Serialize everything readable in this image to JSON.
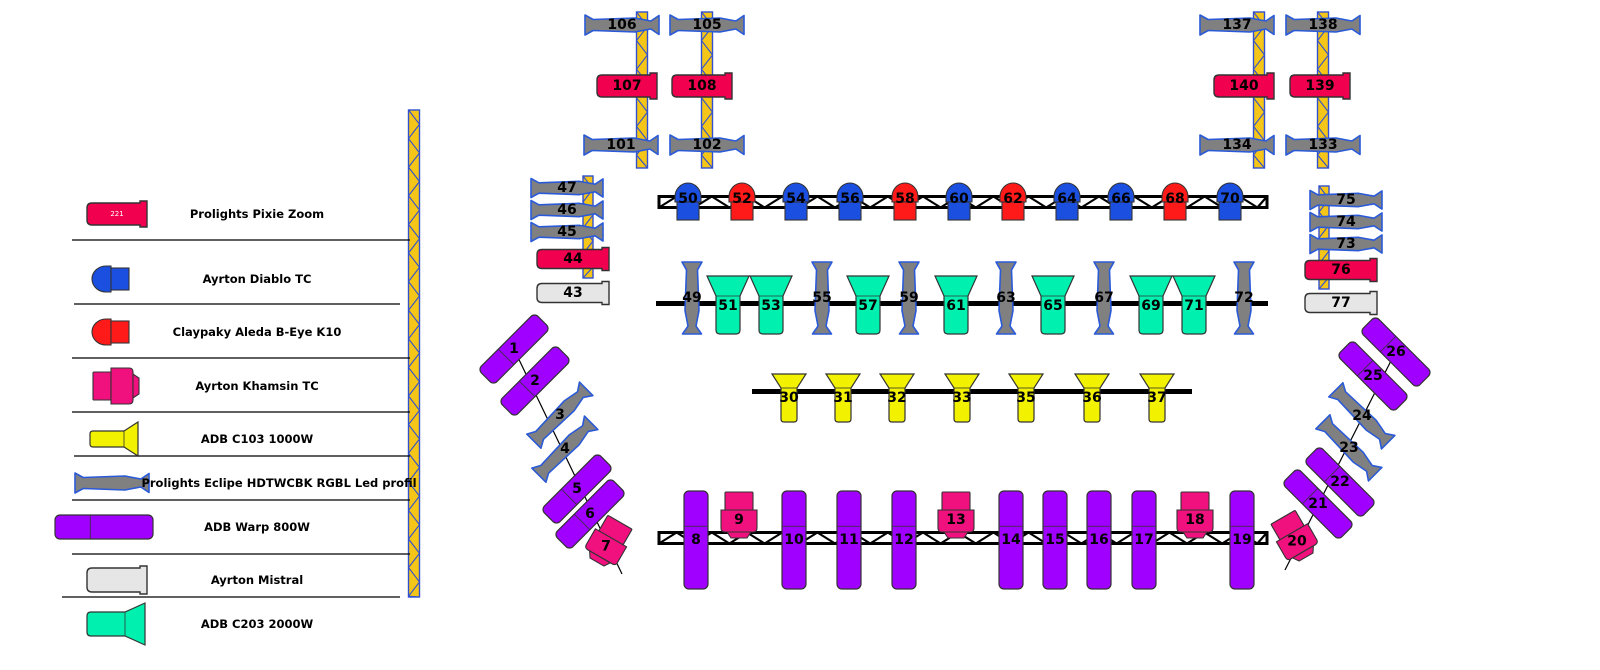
{
  "title": "Lighting plot",
  "colors": {
    "pixie": "#f0004f",
    "diablo": "#1a4fe0",
    "aleda": "#ff1a1a",
    "khamsin": "#f0107e",
    "c103": "#f2f200",
    "eclipse": "#808080",
    "eclipse_border": "#2a5ad8",
    "warp": "#a000ff",
    "mistral": "#e6e6e6",
    "c203": "#00f0b0",
    "truss_yellow": "#f5c518",
    "truss_blue": "#3050d0",
    "pipe": "#000000"
  },
  "legend": {
    "pixie_sample_text": "221",
    "items": [
      {
        "type": "pixie",
        "name": "Prolights Pixie Zoom"
      },
      {
        "type": "diablo",
        "name": "Ayrton Diablo TC"
      },
      {
        "type": "aleda",
        "name": "Claypaky Aleda B-Eye K10"
      },
      {
        "type": "khamsin",
        "name": "Ayrton Khamsin TC"
      },
      {
        "type": "c103",
        "name": "ADB C103 1000W"
      },
      {
        "type": "eclipse",
        "name": "Prolights Eclipe HDTWCBK RGBL Led profil"
      },
      {
        "type": "warp",
        "name": "ADB Warp 800W"
      },
      {
        "type": "mistral",
        "name": "Ayrton Mistral"
      },
      {
        "type": "c203",
        "name": "ADB C203 2000W"
      }
    ]
  },
  "fixtures": {
    "tower_top": [
      {
        "id": "106",
        "type": "eclipse"
      },
      {
        "id": "105",
        "type": "eclipse"
      },
      {
        "id": "107",
        "type": "pixie"
      },
      {
        "id": "108",
        "type": "pixie"
      },
      {
        "id": "101",
        "type": "eclipse"
      },
      {
        "id": "102",
        "type": "eclipse"
      },
      {
        "id": "137",
        "type": "eclipse"
      },
      {
        "id": "138",
        "type": "eclipse"
      },
      {
        "id": "140",
        "type": "pixie"
      },
      {
        "id": "139",
        "type": "pixie"
      },
      {
        "id": "134",
        "type": "eclipse"
      },
      {
        "id": "133",
        "type": "eclipse"
      }
    ],
    "left_tower": [
      {
        "id": "47",
        "type": "eclipse"
      },
      {
        "id": "46",
        "type": "eclipse"
      },
      {
        "id": "45",
        "type": "eclipse"
      },
      {
        "id": "44",
        "type": "pixie"
      },
      {
        "id": "43",
        "type": "mistral"
      }
    ],
    "right_tower": [
      {
        "id": "75",
        "type": "eclipse"
      },
      {
        "id": "74",
        "type": "eclipse"
      },
      {
        "id": "73",
        "type": "eclipse"
      },
      {
        "id": "76",
        "type": "pixie"
      },
      {
        "id": "77",
        "type": "mistral"
      }
    ],
    "bar1": [
      {
        "id": "50",
        "type": "diablo"
      },
      {
        "id": "52",
        "type": "aleda"
      },
      {
        "id": "54",
        "type": "diablo"
      },
      {
        "id": "56",
        "type": "diablo"
      },
      {
        "id": "58",
        "type": "aleda"
      },
      {
        "id": "60",
        "type": "diablo"
      },
      {
        "id": "62",
        "type": "aleda"
      },
      {
        "id": "64",
        "type": "diablo"
      },
      {
        "id": "66",
        "type": "diablo"
      },
      {
        "id": "68",
        "type": "aleda"
      },
      {
        "id": "70",
        "type": "diablo"
      }
    ],
    "bar2": [
      {
        "id": "49",
        "type": "eclipse"
      },
      {
        "id": "51",
        "type": "c203"
      },
      {
        "id": "53",
        "type": "c203"
      },
      {
        "id": "55",
        "type": "eclipse"
      },
      {
        "id": "57",
        "type": "c203"
      },
      {
        "id": "59",
        "type": "eclipse"
      },
      {
        "id": "61",
        "type": "c203"
      },
      {
        "id": "63",
        "type": "eclipse"
      },
      {
        "id": "65",
        "type": "c203"
      },
      {
        "id": "67",
        "type": "eclipse"
      },
      {
        "id": "69",
        "type": "c203"
      },
      {
        "id": "71",
        "type": "c203"
      },
      {
        "id": "72",
        "type": "eclipse"
      }
    ],
    "bar3": [
      {
        "id": "30",
        "type": "c103"
      },
      {
        "id": "31",
        "type": "c103"
      },
      {
        "id": "32",
        "type": "c103"
      },
      {
        "id": "33",
        "type": "c103"
      },
      {
        "id": "35",
        "type": "c103"
      },
      {
        "id": "36",
        "type": "c103"
      },
      {
        "id": "37",
        "type": "c103"
      }
    ],
    "bar4": [
      {
        "id": "8",
        "type": "warp"
      },
      {
        "id": "9",
        "type": "khamsin"
      },
      {
        "id": "10",
        "type": "warp"
      },
      {
        "id": "11",
        "type": "warp"
      },
      {
        "id": "12",
        "type": "warp"
      },
      {
        "id": "13",
        "type": "khamsin"
      },
      {
        "id": "14",
        "type": "warp"
      },
      {
        "id": "15",
        "type": "warp"
      },
      {
        "id": "16",
        "type": "warp"
      },
      {
        "id": "17",
        "type": "warp"
      },
      {
        "id": "18",
        "type": "khamsin"
      },
      {
        "id": "19",
        "type": "warp"
      }
    ],
    "left_diag": [
      {
        "id": "1",
        "type": "warp"
      },
      {
        "id": "2",
        "type": "warp"
      },
      {
        "id": "3",
        "type": "eclipse"
      },
      {
        "id": "4",
        "type": "eclipse"
      },
      {
        "id": "5",
        "type": "warp"
      },
      {
        "id": "6",
        "type": "warp"
      },
      {
        "id": "7",
        "type": "khamsin"
      }
    ],
    "right_diag": [
      {
        "id": "26",
        "type": "warp"
      },
      {
        "id": "25",
        "type": "warp"
      },
      {
        "id": "24",
        "type": "eclipse"
      },
      {
        "id": "23",
        "type": "eclipse"
      },
      {
        "id": "22",
        "type": "warp"
      },
      {
        "id": "21",
        "type": "warp"
      },
      {
        "id": "20",
        "type": "khamsin"
      }
    ]
  }
}
